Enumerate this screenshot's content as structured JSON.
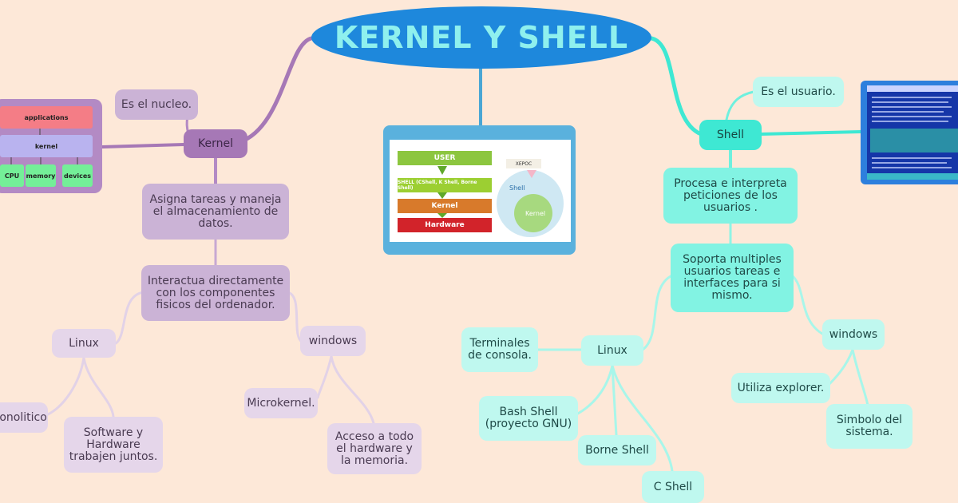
{
  "title": "KERNEL Y SHELL",
  "kernel": {
    "label": "Kernel",
    "definition": "Es el nucleo.",
    "task": "Asigna tareas y maneja el almacenamiento de datos.",
    "interacts": "Interactua directamente con los componentes fisicos del ordenador.",
    "linux": {
      "label": "Linux",
      "items": [
        "Monolitico",
        "Software y Hardware trabajen juntos."
      ]
    },
    "windows": {
      "label": "windows",
      "items": [
        "Microkernel.",
        "Acceso a todo el hardware y la memoria."
      ]
    },
    "illustration": {
      "applications": "applications",
      "kernel": "kernel",
      "devices": [
        "CPU",
        "memory",
        "devices"
      ]
    }
  },
  "shell": {
    "label": "Shell",
    "definition": "Es el usuario.",
    "process": "Procesa e interpreta peticiones de los usuarios .",
    "supports": "Soporta multiples usuarios tareas e interfaces para si mismo.",
    "linux": {
      "label": "Linux",
      "items": [
        "Terminales de consola.",
        "Bash Shell (proyecto GNU)",
        "Borne Shell",
        "C Shell"
      ]
    },
    "windows": {
      "label": "windows",
      "items": [
        "Utiliza explorer.",
        "Simbolo del sistema."
      ]
    },
    "illustration": {
      "layers": [
        "USER",
        "SHELL (CShell, K Shell, Borne Shell)",
        "Kernel",
        "Hardware"
      ],
      "circle_outer": "Shell",
      "circle_inner": "Kernel",
      "tag": "XEPOC"
    }
  },
  "colors": {
    "background": "#fde8d8",
    "kernel_branch": "#b38ac4",
    "shell_branch": "#67f0dd",
    "title_fill": "#1e88dc",
    "title_text": "#8ff0ee"
  }
}
